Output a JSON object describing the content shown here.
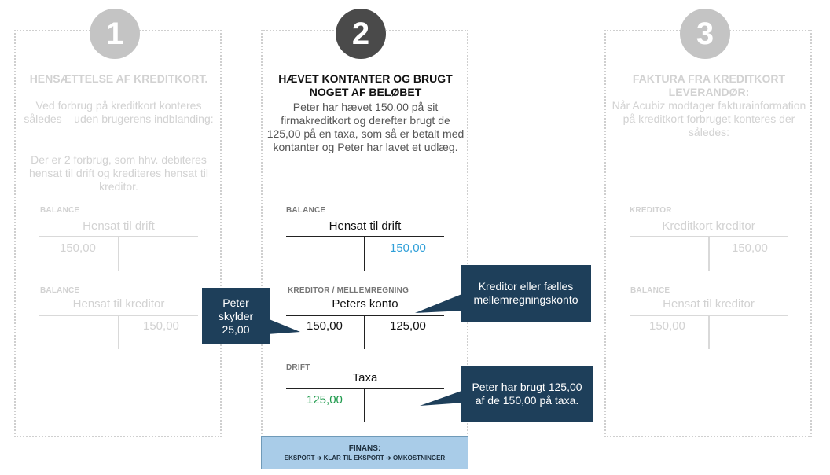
{
  "steps": [
    {
      "number": "1",
      "heading": "HENSÆTTELSE AF KREDITKORT.",
      "description": "Ved forbrug på kreditkort konteres således – uden brugerens indblanding:",
      "description_2": "Der er 2 forbrug, som hhv. debiteres hensat til drift og krediteres hensat til kreditor.",
      "accounts": [
        {
          "label": "BALANCE",
          "title": "Hensat til drift",
          "debit": "150,00",
          "credit": ""
        },
        {
          "label": "BALANCE",
          "title": "Hensat til kreditor",
          "debit": "",
          "credit": "150,00"
        }
      ]
    },
    {
      "number": "2",
      "heading": "HÆVET KONTANTER OG BRUGT NOGET AF BELØBET",
      "description": "Peter har hævet 150,00 på sit firmakreditkort og derefter brugt de 125,00 på en taxa, som så er betalt med kontanter og Peter har lavet et udlæg.",
      "accounts": [
        {
          "label": "BALANCE",
          "title": "Hensat til drift",
          "debit": "",
          "credit": "150,00"
        },
        {
          "label": "KREDITOR / MELLEMREGNING",
          "title": "Peters konto",
          "debit": "150,00",
          "credit": "125,00"
        },
        {
          "label": "DRIFT",
          "title": "Taxa",
          "debit": "125,00",
          "credit": ""
        }
      ]
    },
    {
      "number": "3",
      "heading": "FAKTURA FRA KREDITKORT LEVERANDØR:",
      "description": "Når Acubiz modtager fakturainformation på kreditkort forbruget konteres der således:",
      "accounts": [
        {
          "label": "KREDITOR",
          "title": "Kreditkort kreditor",
          "debit": "",
          "credit": "150,00"
        },
        {
          "label": "BALANCE",
          "title": "Hensat til kreditor",
          "debit": "150,00",
          "credit": ""
        }
      ]
    }
  ],
  "callouts": {
    "peter_skylder": "Peter skylder 25,00",
    "kreditor": "Kreditor eller fælles mellemregningskonto",
    "taxa": "Peter har brugt 125,00 af de 150,00 på taxa."
  },
  "finans": {
    "title": "FINANS:",
    "steps": "EKSPORT ➔ KLAR TIL EKSPORT ➔ OMKOSTNINGER"
  },
  "colors": {
    "faded": "#d2d2d2",
    "active_step": "#4a4a4a",
    "callout_bg": "#1e3f5a",
    "credit_blue": "#2f9fd8",
    "debit_green": "#1e9a4c",
    "finans_bg": "#a9cce8"
  }
}
